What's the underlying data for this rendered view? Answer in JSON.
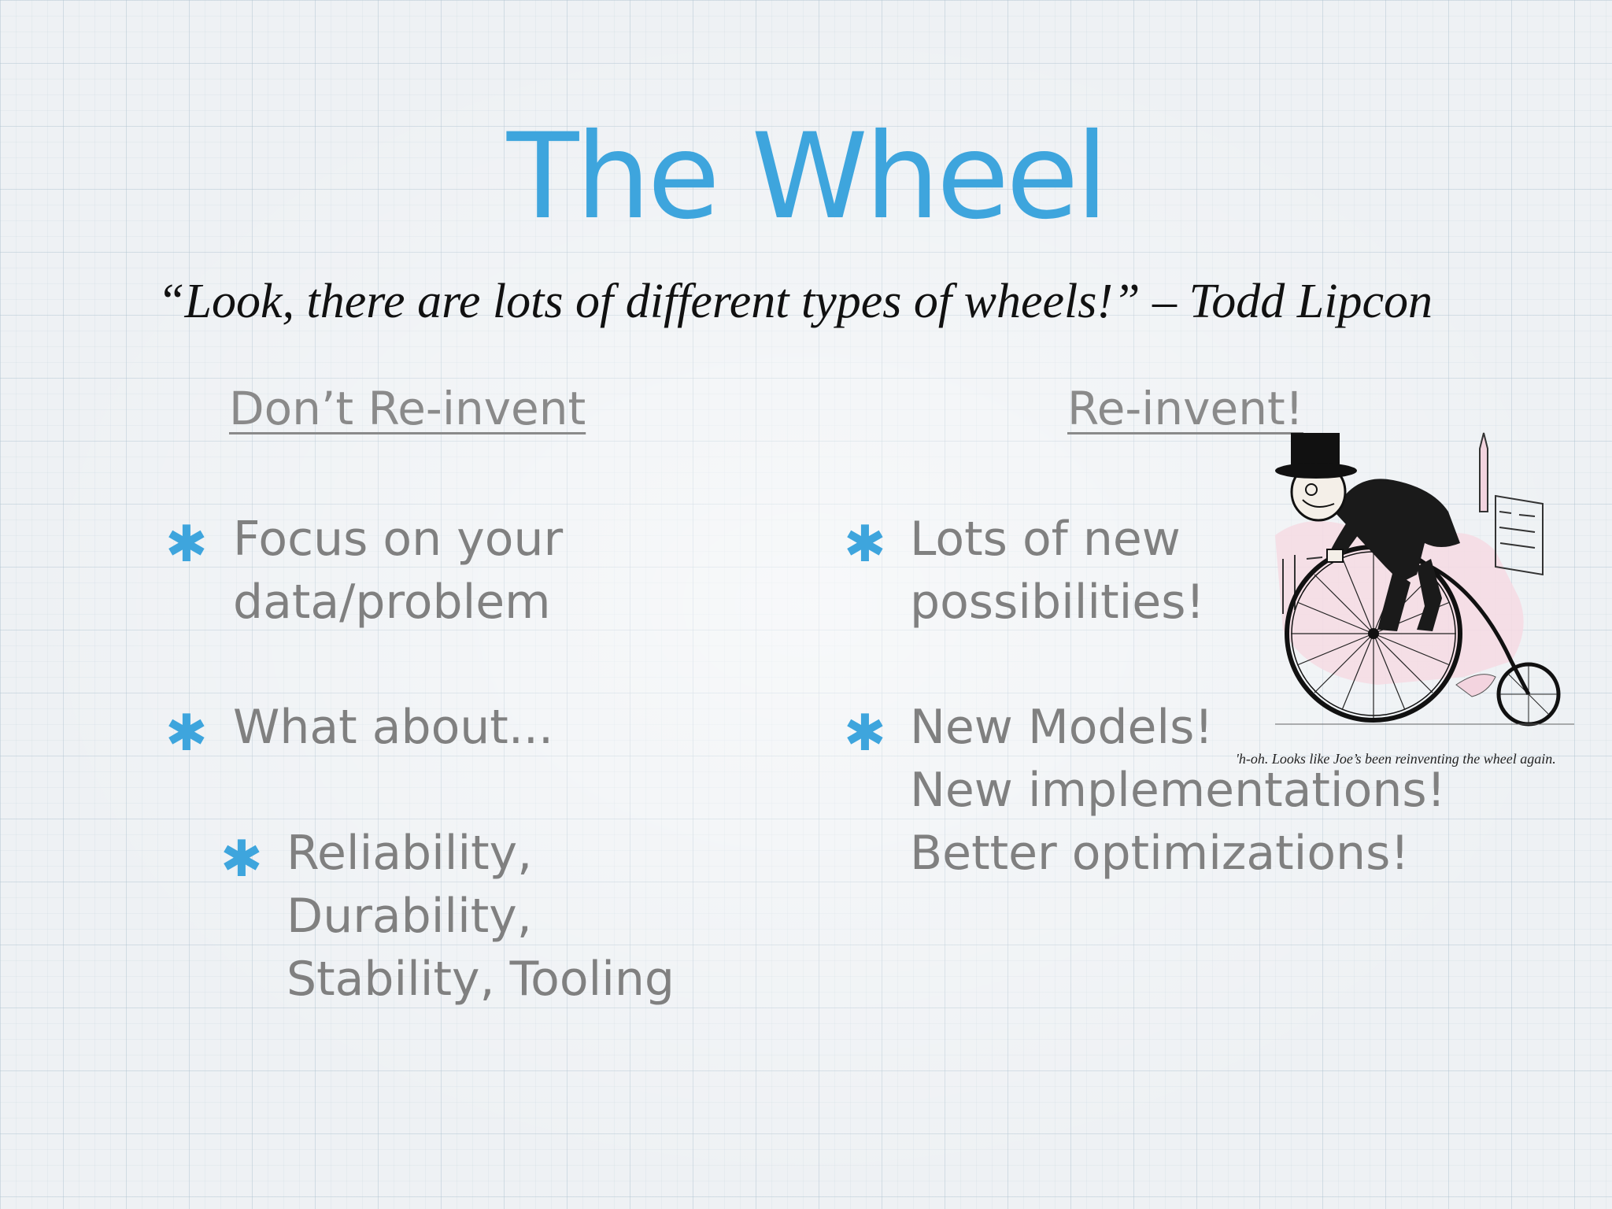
{
  "slide": {
    "title": "The Wheel",
    "quote": "“Look, there are lots of different types of wheels!” – Todd Lipcon",
    "left_column": {
      "heading": "Don’t Re-invent",
      "bullets": [
        {
          "lines": [
            "Focus on your",
            "data/problem"
          ]
        },
        {
          "lines": [
            "What about..."
          ]
        }
      ],
      "sub_bullets": [
        {
          "lines": [
            "Reliability,",
            "Durability,",
            "Stability, Tooling"
          ]
        }
      ]
    },
    "right_column": {
      "heading": "Re-invent!",
      "bullets": [
        {
          "lines": [
            "Lots of new",
            "possibilities!"
          ]
        },
        {
          "lines": [
            "New Models!",
            "New implementations!",
            "Better optimizations!"
          ]
        }
      ]
    },
    "illustration": {
      "icon": "penny-farthing-cartoon",
      "caption": "'h-oh. Looks like Joe’s been reinventing the wheel again."
    },
    "bullet_symbol": "✱",
    "colors": {
      "title": "#3ea5dd",
      "bullet_star": "#3ea5dd",
      "body_text": "#808080",
      "quote": "#111111",
      "background": "#eef1f4"
    }
  }
}
